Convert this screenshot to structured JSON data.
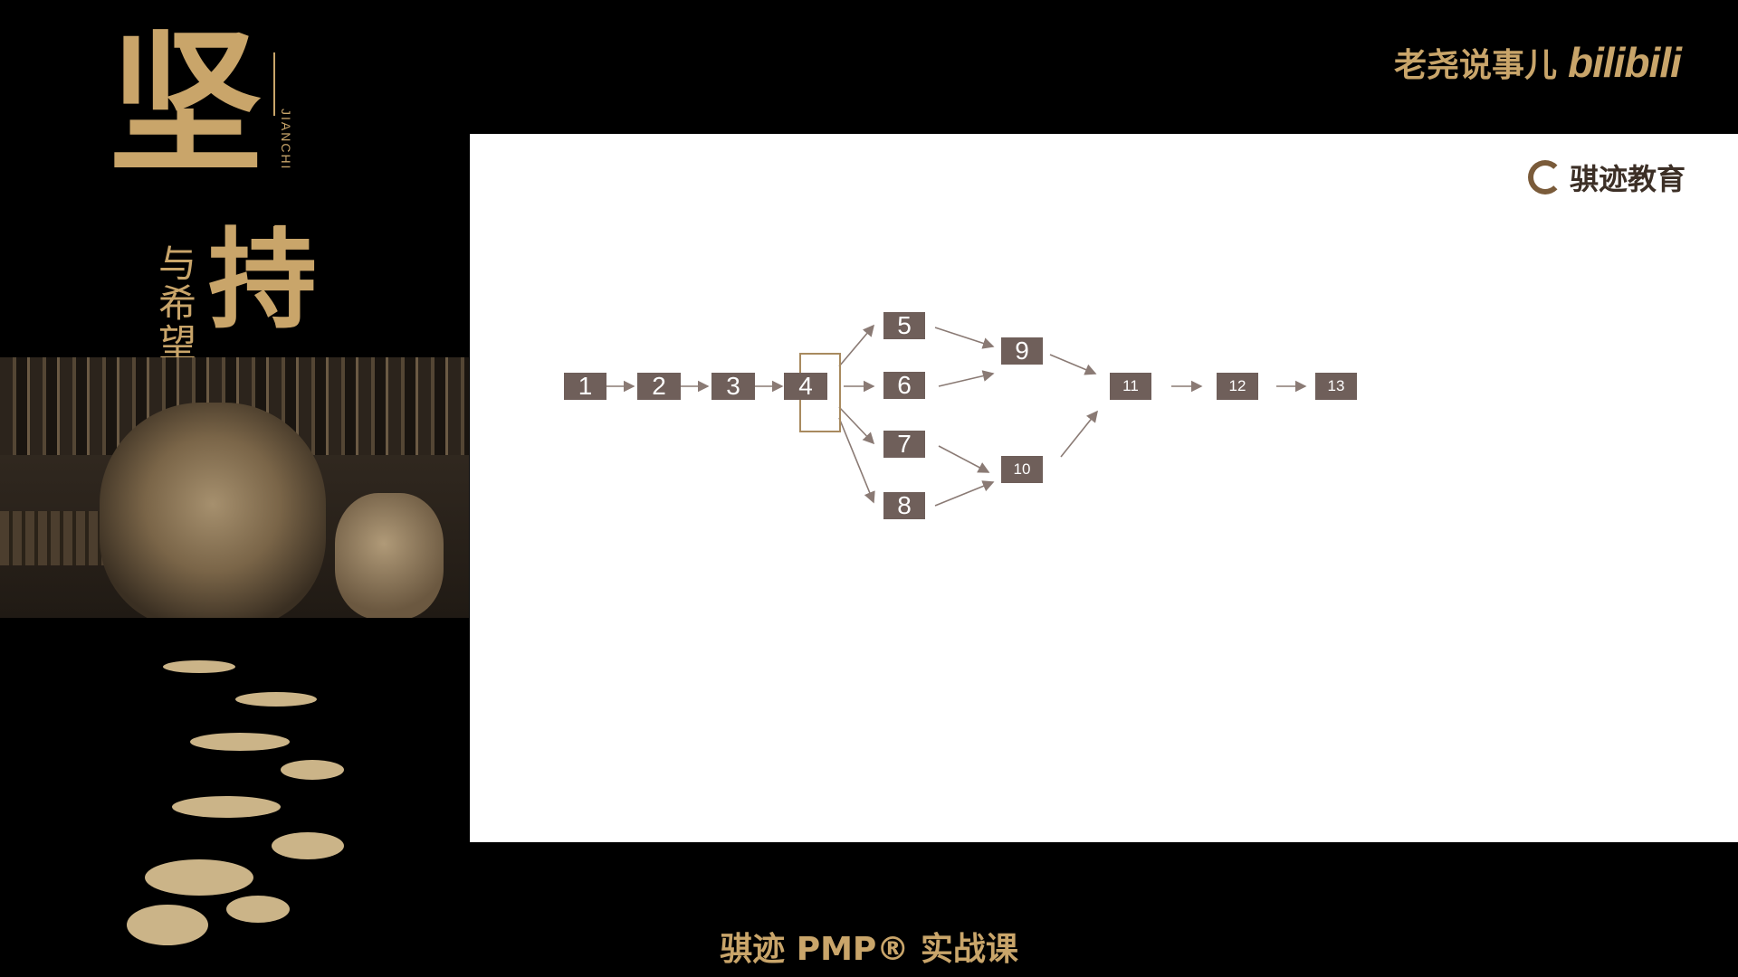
{
  "poster": {
    "title_char_1": "坚",
    "title_char_2": "持",
    "subtitle": "与希望",
    "pinyin": "JIANCHI"
  },
  "brand": {
    "channel_name": "老尧说事儿",
    "platform_logo": "bilibili"
  },
  "slide": {
    "logo_text": "骐迹教育",
    "nodes": [
      "1",
      "2",
      "3",
      "4",
      "5",
      "6",
      "7",
      "8",
      "9",
      "10",
      "11",
      "12",
      "13"
    ]
  },
  "caption": "骐迹 PMP® 实战课",
  "colors": {
    "gold": "#c9a56a",
    "node_fill": "#6f5f5a",
    "arrow": "#8a7a74",
    "highlight": "#a88a5f"
  }
}
